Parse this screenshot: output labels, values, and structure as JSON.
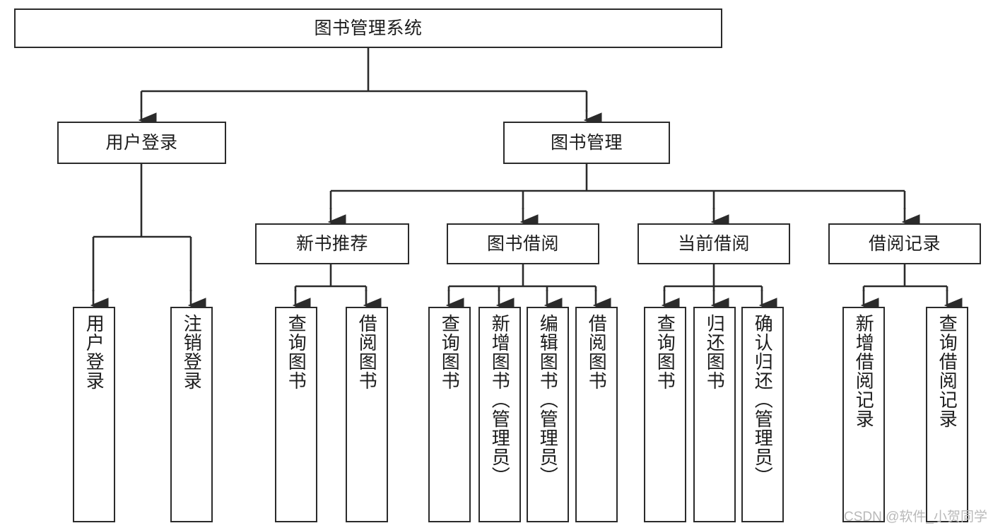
{
  "diagram": {
    "title": "图书管理系统",
    "type": "tree-structure-chart",
    "colors": {
      "box_border": "#2b2b2b",
      "box_fill": "#ffffff",
      "edge": "#2b2b2b",
      "text": "#1c1c1c",
      "watermark": "#b9b9b9"
    },
    "root": {
      "label": "图书管理系统"
    },
    "level2": [
      {
        "label": "用户登录"
      },
      {
        "label": "图书管理"
      }
    ],
    "level3": [
      {
        "label": "新书推荐"
      },
      {
        "label": "图书借阅"
      },
      {
        "label": "当前借阅"
      },
      {
        "label": "借阅记录"
      }
    ],
    "leaves": {
      "user_login": [
        {
          "label": "用户登录"
        },
        {
          "label": "注销登录"
        }
      ],
      "new_book_recommend": [
        {
          "label": "查询图书"
        },
        {
          "label": "借阅图书"
        }
      ],
      "book_borrow": [
        {
          "label": "查询图书"
        },
        {
          "label": "新增图书（管理员）"
        },
        {
          "label": "编辑图书（管理员）"
        },
        {
          "label": "借阅图书"
        }
      ],
      "current_borrow": [
        {
          "label": "查询图书"
        },
        {
          "label": "归还图书"
        },
        {
          "label": "确认归还（管理员）"
        }
      ],
      "borrow_records": [
        {
          "label": "新增借阅记录"
        },
        {
          "label": "查询借阅记录"
        }
      ]
    }
  },
  "watermark": {
    "text": "CSDN @软件_小贺同学"
  }
}
